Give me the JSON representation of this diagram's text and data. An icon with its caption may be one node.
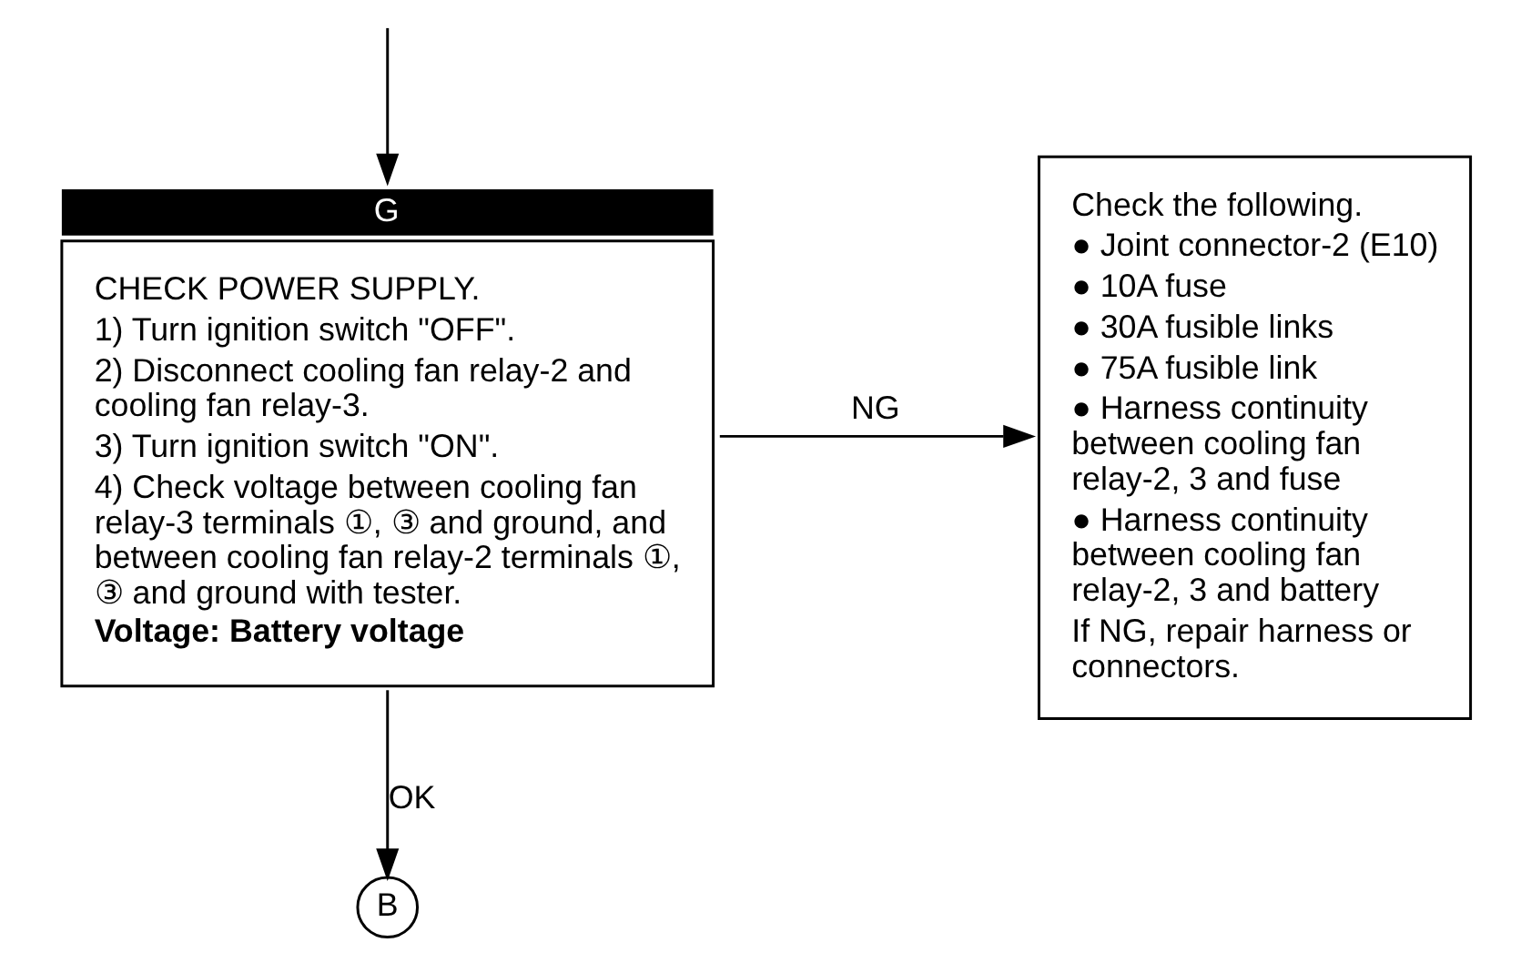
{
  "diagram": {
    "nodes": [
      {
        "text": [
          "CHECK POWER SUPPLY.",
          "1) Turn ignition switch \"OFF\".",
          "2) Disconnect cooling fan relay-2 and cooling fan relay-3.",
          "3) Turn ignition switch \"ON\".",
          "4) Check voltage between cooling fan relay-3 terminals ①, ③ and ground, and between cooling fan relay-2 terminals ①, ③ and ground with tester.",
          "Voltage: Battery voltage"
        ],
        "beside": [
          "G"
        ]
      },
      {
        "text": [
          "Check the following.",
          "● Joint connector-2 (E10)",
          "● 10A fuse",
          "● 30A fusible links",
          "● 75A fusible link",
          "● Harness continuity between cooling fan relay-2, 3 and fuse",
          "● Harness continuity between cooling fan relay-2, 3 and battery",
          "If NG, repair harness or connectors."
        ]
      },
      {
        "text": [
          "B"
        ]
      }
    ],
    "edges": [
      {
        "from": null,
        "to": 0,
        "arrow": "to"
      },
      {
        "from": 0,
        "to": 1,
        "arrow": "to",
        "label": "NG"
      },
      {
        "from": 0,
        "to": 2,
        "arrow": "to",
        "label": "OK"
      }
    ]
  }
}
